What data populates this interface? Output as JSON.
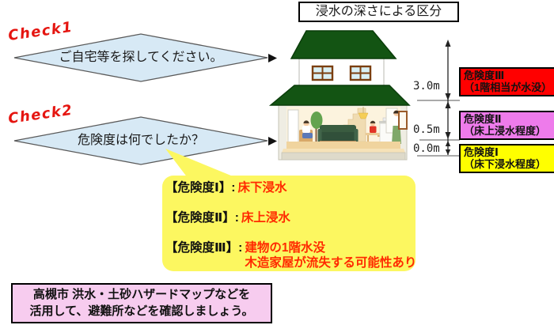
{
  "checks": [
    {
      "label": "Check1",
      "question": "ご自宅等を探してください。"
    },
    {
      "label": "Check2",
      "question": "危険度は何でしたか？"
    }
  ],
  "diagram": {
    "title": "浸水の深さによる区分",
    "depth_marks": [
      "3.0m",
      "0.5m",
      "0.0m"
    ],
    "levels": [
      {
        "name": "危険度Ⅲ",
        "desc": "（1階相当が水没）",
        "color": "#ff0000"
      },
      {
        "name": "危険度Ⅱ",
        "desc": "（床上浸水程度）",
        "color": "#ee7beb"
      },
      {
        "name": "危険度Ⅰ",
        "desc": "（床下浸水程度）",
        "color": "#ffff00"
      }
    ]
  },
  "callout": {
    "items": [
      {
        "label": "【危険度Ⅰ】:",
        "value": "床下浸水"
      },
      {
        "label": "【危険度Ⅱ】:",
        "value": "床上浸水"
      },
      {
        "label": "【危険度Ⅲ】:",
        "value": "建物の1階水没",
        "value2": "木造家屋が流失する可能性あり"
      }
    ],
    "bubble_color": "#fcf760"
  },
  "footer": {
    "line1": "高槻市 洪水・土砂ハザードマップなどを",
    "line2": "活用して、避難所などを確認しましょう。",
    "box_color": "#f7ccef"
  },
  "colors": {
    "diamond_fill": "#d7e9f5",
    "check_text": "#e51510",
    "roof_green": "#135413",
    "callout_value_red": "#ff2a00"
  }
}
